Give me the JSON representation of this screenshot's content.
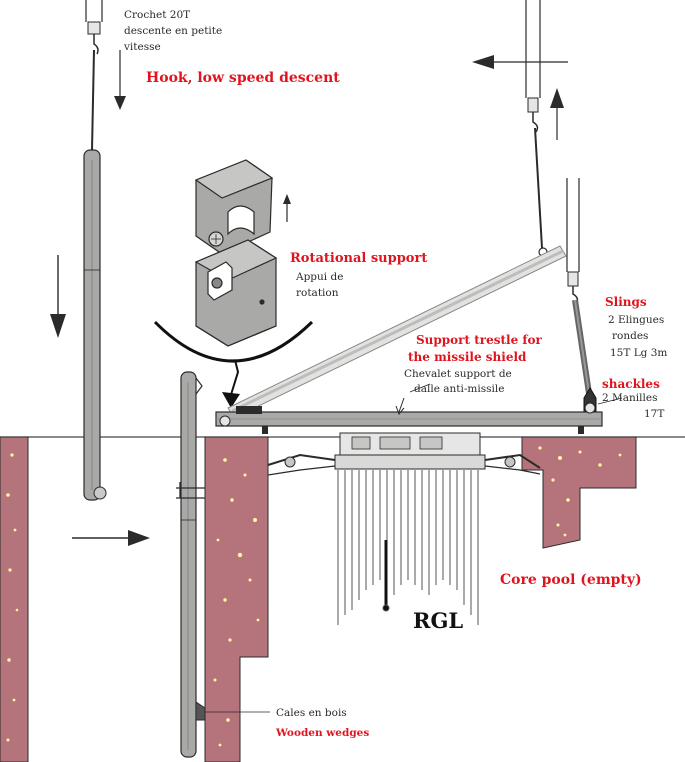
{
  "labels": {
    "hook_fr_1": "Crochet 20T",
    "hook_fr_2": "descente en petite",
    "hook_fr_3": "vitesse",
    "hook_en": "Hook, low speed descent",
    "rot_en": "Rotational support",
    "rot_fr_1": "Appui de",
    "rot_fr_2": "rotation",
    "slings_en": "Slings",
    "slings_fr_1": "2 Elingues",
    "slings_fr_2": "rondes",
    "slings_fr_3": "15T Lg 3m",
    "shackles_en": "shackles",
    "shackles_fr_1": "2 Manilles",
    "shackles_fr_2": "17T",
    "trestle_en_1": "Support trestle for",
    "trestle_en_2": "the missile shield",
    "trestle_fr_1": "Chevalet support de",
    "trestle_fr_2": "dalle anti-missile",
    "core_pool_en": "Core pool (empty)",
    "rgl": "RGL",
    "wedges_fr": "Cales en bois",
    "wedges_en": "Wooden wedges"
  },
  "colors": {
    "concrete": "#b5747b",
    "english_label": "#e0141e",
    "steel": "#a9aaa8",
    "outline": "#2b2b2b"
  }
}
